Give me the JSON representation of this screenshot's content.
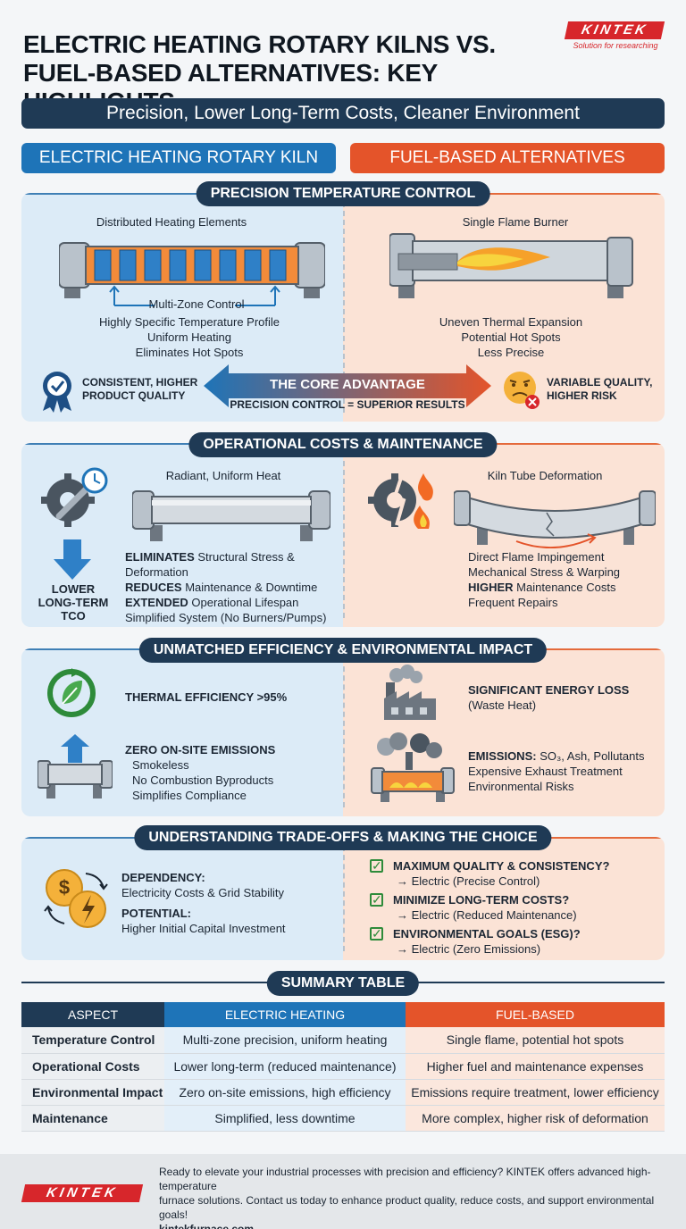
{
  "header": {
    "title_line1": "ELECTRIC HEATING ROTARY KILNS VS.",
    "title_line2": "FUEL-BASED ALTERNATIVES: KEY HIGHLIGHTS",
    "logo_text": "KINTEK",
    "logo_tagline": "Solution for researching",
    "subtitle": "Precision, Lower Long-Term Costs, Cleaner Environment"
  },
  "columns": {
    "electric": "ELECTRIC HEATING ROTARY KILN",
    "fuel": "FUEL-BASED ALTERNATIVES"
  },
  "precision": {
    "label": "PRECISION TEMPERATURE CONTROL",
    "left_caption": "Distributed Heating Elements",
    "left_zone": "Multi-Zone Control",
    "left_points": [
      "Highly Specific Temperature Profile",
      "Uniform Heating",
      "Eliminates Hot Spots"
    ],
    "right_caption": "Single Flame Burner",
    "right_points": [
      "Uneven Thermal Expansion",
      "Potential Hot Spots",
      "Less Precise"
    ],
    "left_result": [
      "CONSISTENT, HIGHER",
      "PRODUCT QUALITY"
    ],
    "core_title": "THE CORE ADVANTAGE",
    "core_sub": "PRECISION CONTROL = SUPERIOR RESULTS",
    "right_result": [
      "VARIABLE QUALITY,",
      "HIGHER RISK"
    ]
  },
  "operational": {
    "label": "OPERATIONAL COSTS & MAINTENANCE",
    "left_caption": "Radiant, Uniform Heat",
    "tco": [
      "LOWER",
      "LONG-TERM",
      "TCO"
    ],
    "left_points": [
      {
        "bold": "ELIMINATES",
        "rest": " Structural Stress & Deformation"
      },
      {
        "bold": "REDUCES",
        "rest": " Maintenance & Downtime"
      },
      {
        "bold": "EXTENDED",
        "rest": " Operational Lifespan"
      },
      {
        "bold": "",
        "rest": "Simplified System (No Burners/Pumps)"
      }
    ],
    "right_caption": "Kiln Tube Deformation",
    "right_points": [
      {
        "bold": "",
        "rest": "Direct Flame Impingement"
      },
      {
        "bold": "",
        "rest": "Mechanical Stress & Warping"
      },
      {
        "bold": "HIGHER",
        "rest": " Maintenance Costs"
      },
      {
        "bold": "",
        "rest": "Frequent Repairs"
      }
    ]
  },
  "efficiency": {
    "label": "UNMATCHED EFFICIENCY & ENVIRONMENTAL IMPACT",
    "left_eff": "THERMAL EFFICIENCY >95%",
    "left_emis_title": "ZERO ON-SITE EMISSIONS",
    "left_emis_points": [
      "Smokeless",
      "No Combustion Byproducts",
      "Simplifies Compliance"
    ],
    "right_loss_title": "SIGNIFICANT ENERGY LOSS",
    "right_loss_sub": "(Waste Heat)",
    "right_emis_title": "EMISSIONS:",
    "right_emis_rest": " SO₃, Ash, Pollutants",
    "right_emis_points": [
      "Expensive Exhaust Treatment",
      "Environmental Risks"
    ]
  },
  "tradeoffs": {
    "label": "UNDERSTANDING TRADE-OFFS & MAKING THE CHOICE",
    "dep_title": "DEPENDENCY:",
    "dep_text": "Electricity Costs & Grid Stability",
    "pot_title": "POTENTIAL:",
    "pot_text": "Higher Initial Capital Investment",
    "checks": [
      {
        "q": "MAXIMUM QUALITY & CONSISTENCY?",
        "a": "→ Electric (Precise Control)"
      },
      {
        "q": "MINIMIZE LONG-TERM COSTS?",
        "a": "→ Electric (Reduced Maintenance)"
      },
      {
        "q": "ENVIRONMENTAL GOALS (ESG)?",
        "a": "→ Electric (Zero Emissions)"
      }
    ]
  },
  "summary": {
    "label": "SUMMARY TABLE",
    "headers": [
      "ASPECT",
      "ELECTRIC HEATING",
      "FUEL-BASED"
    ],
    "rows": [
      [
        "Temperature Control",
        "Multi-zone precision, uniform heating",
        "Single flame, potential hot spots"
      ],
      [
        "Operational Costs",
        "Lower long-term (reduced maintenance)",
        "Higher fuel and maintenance expenses"
      ],
      [
        "Environmental Impact",
        "Zero on-site emissions, high efficiency",
        "Emissions require treatment, lower efficiency"
      ],
      [
        "Maintenance",
        "Simplified, less downtime",
        "More complex, higher risk of deformation"
      ]
    ]
  },
  "footer": {
    "logo_text": "KINTEK",
    "line1": "Ready to elevate your industrial processes with precision and efficiency? KINTEK offers advanced high-temperature",
    "line2": "furnace solutions. Contact us today to enhance product quality, reduce costs, and support environmental goals!",
    "url": "kintekfurnace.com"
  },
  "colors": {
    "navy": "#1f3a55",
    "electric": "#1e74b8",
    "fuel": "#e4542a",
    "brand": "#d7262b"
  }
}
